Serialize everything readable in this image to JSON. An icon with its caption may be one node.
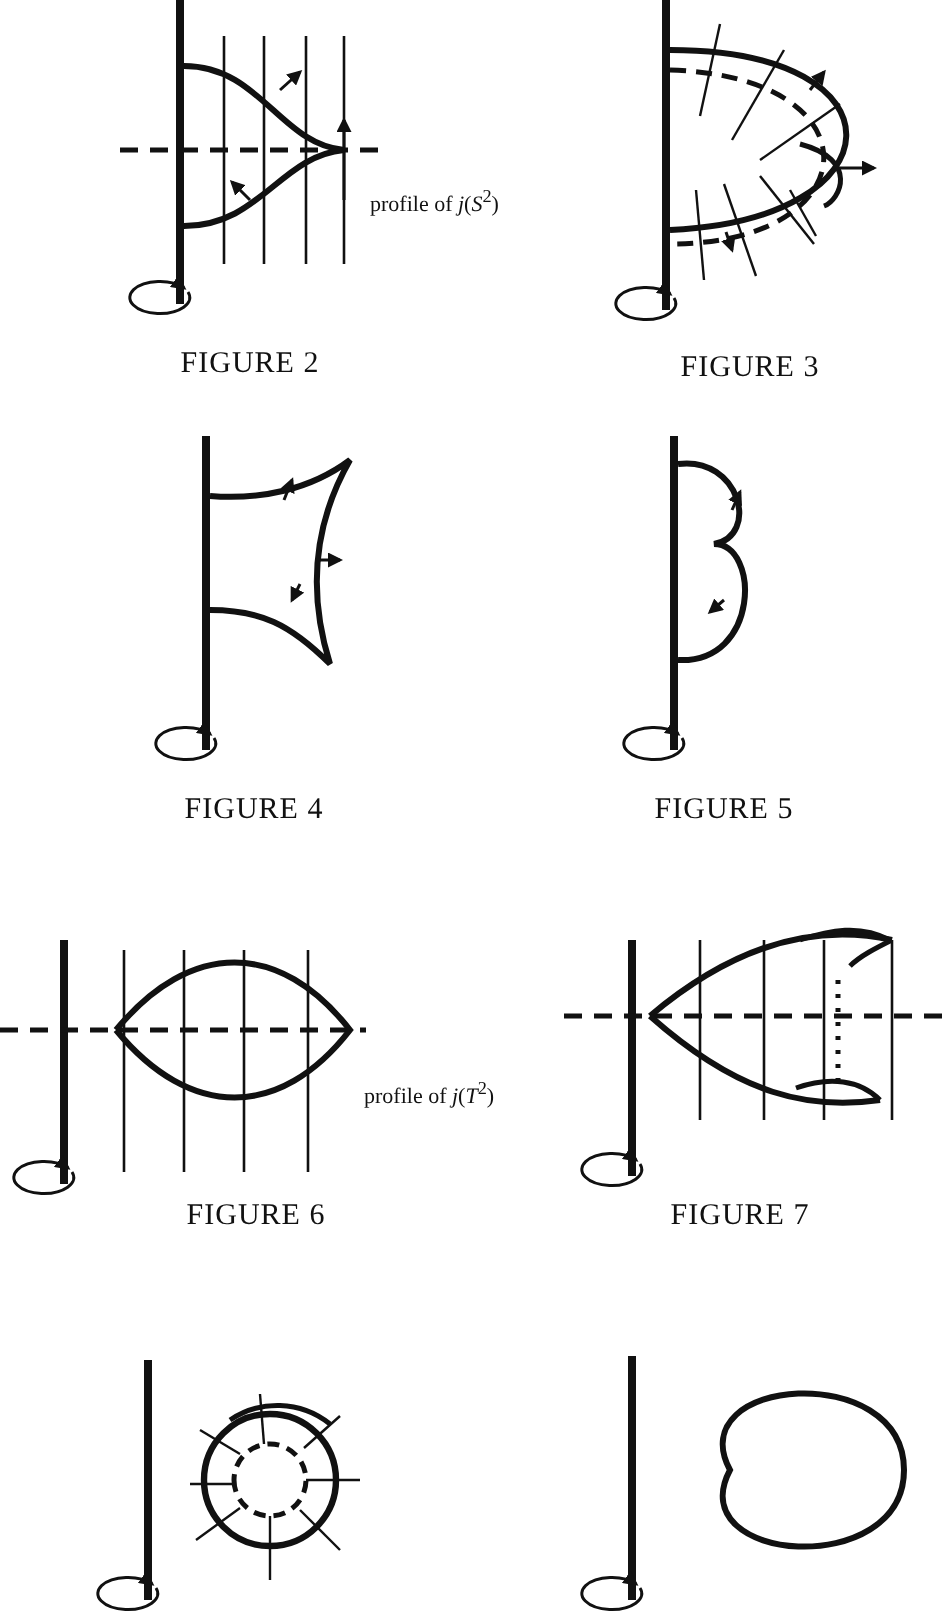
{
  "diagram": {
    "labels": [
      "profile of *j*(*S*$^{2}$)",
      "FIGURE 2",
      "FIGURE 3",
      "FIGURE 4",
      "FIGURE 5",
      "profile of *j*(*T*$^{2}$)",
      "FIGURE 6",
      "FIGURE 7"
    ]
  }
}
